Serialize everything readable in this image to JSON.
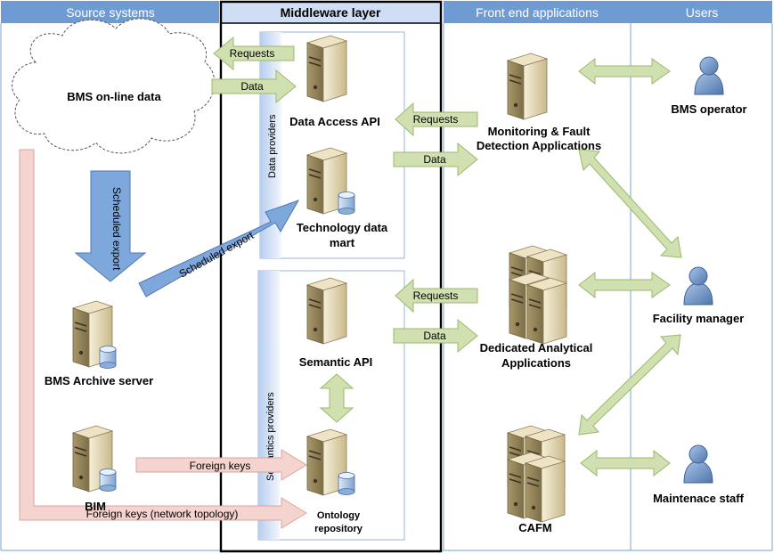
{
  "columns": {
    "source": "Source systems",
    "middleware": "Middleware layer",
    "frontend": "Front end applications",
    "users": "Users"
  },
  "providers": {
    "data": "Data providers",
    "semantics": "Semantics providers"
  },
  "nodes": {
    "bms_online": "BMS on-line data",
    "bms_archive": "BMS Archive server",
    "bim": "BIM",
    "data_access_api": "Data Access API",
    "tech_mart_line1": "Technology data",
    "tech_mart_line2": "mart",
    "semantic_api": "Semantic API",
    "ontology_line1": "Ontology",
    "ontology_line2": "repository",
    "monitoring_line1": "Monitoring & Fault",
    "monitoring_line2": "Detection Applications",
    "analytical_line1": "Dedicated Analytical",
    "analytical_line2": "Applications",
    "cafm": "CAFM",
    "bms_operator": "BMS operator",
    "facility_manager": "Facility manager",
    "maintenance_staff": "Maintenace staff"
  },
  "arrows": {
    "requests": "Requests",
    "data": "Data",
    "scheduled_export": "Scheduled export",
    "foreign_keys": "Foreign keys",
    "foreign_keys_topology": "Foreign keys (network topology)"
  },
  "colors": {
    "header_blue": "#6f9bd3",
    "green_fill": "#d0e0b0",
    "green_stroke": "#9bb86c",
    "blue_fill": "#7ea7dc",
    "pink_fill": "#f5d4cf",
    "pink_stroke": "#d9a59c",
    "user_blue": "#6d94c8"
  }
}
